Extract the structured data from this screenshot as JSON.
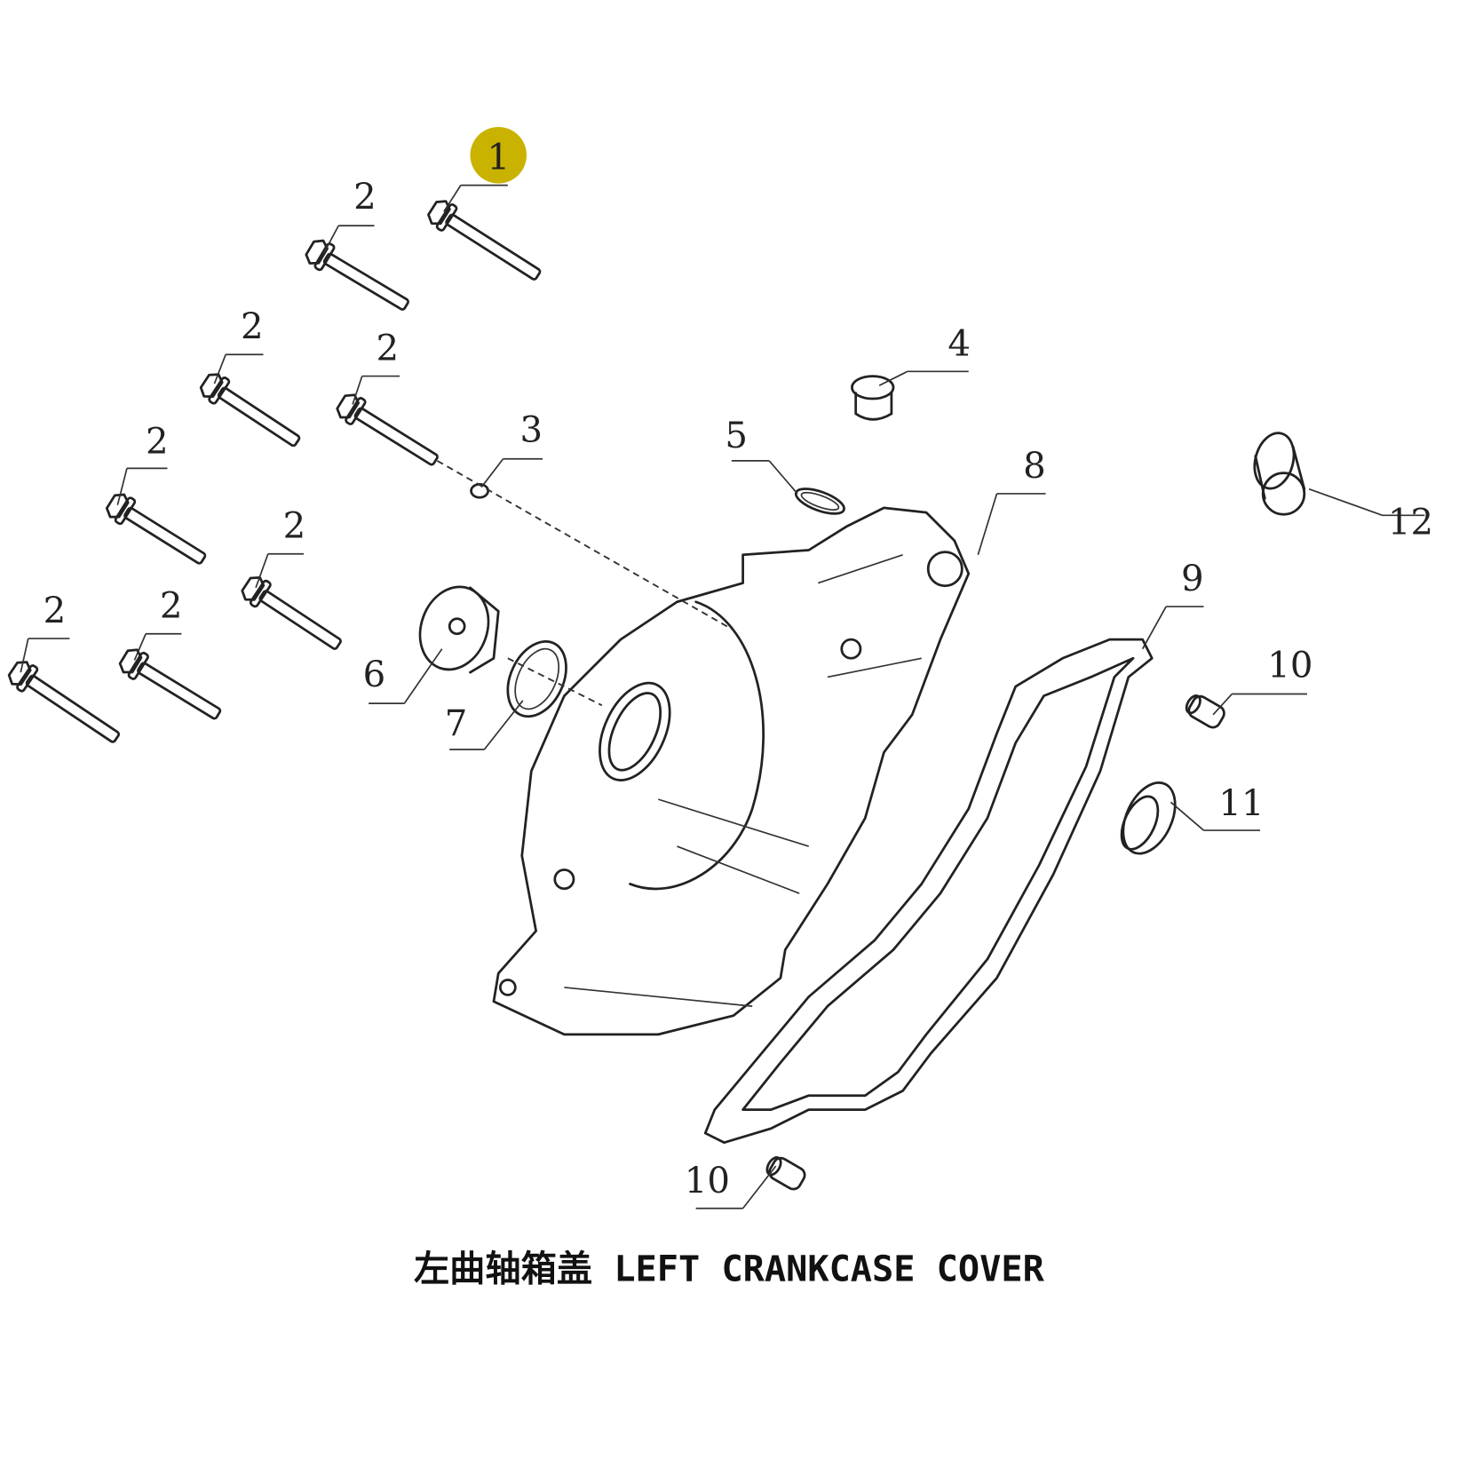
{
  "title": "左曲轴箱盖 LEFT CRANKCASE COVER",
  "highlight_color": "#c9b300",
  "callouts": [
    {
      "id": "c1",
      "label": "1",
      "highlighted": true
    },
    {
      "id": "c2a",
      "label": "2"
    },
    {
      "id": "c2b",
      "label": "2"
    },
    {
      "id": "c2c",
      "label": "2"
    },
    {
      "id": "c2d",
      "label": "2"
    },
    {
      "id": "c2e",
      "label": "2"
    },
    {
      "id": "c2f",
      "label": "2"
    },
    {
      "id": "c2g",
      "label": "2"
    },
    {
      "id": "c3",
      "label": "3"
    },
    {
      "id": "c4",
      "label": "4"
    },
    {
      "id": "c5",
      "label": "5"
    },
    {
      "id": "c6",
      "label": "6"
    },
    {
      "id": "c7",
      "label": "7"
    },
    {
      "id": "c8",
      "label": "8"
    },
    {
      "id": "c9",
      "label": "9"
    },
    {
      "id": "c10a",
      "label": "10"
    },
    {
      "id": "c10b",
      "label": "10"
    },
    {
      "id": "c11",
      "label": "11"
    },
    {
      "id": "c12",
      "label": "12"
    }
  ]
}
